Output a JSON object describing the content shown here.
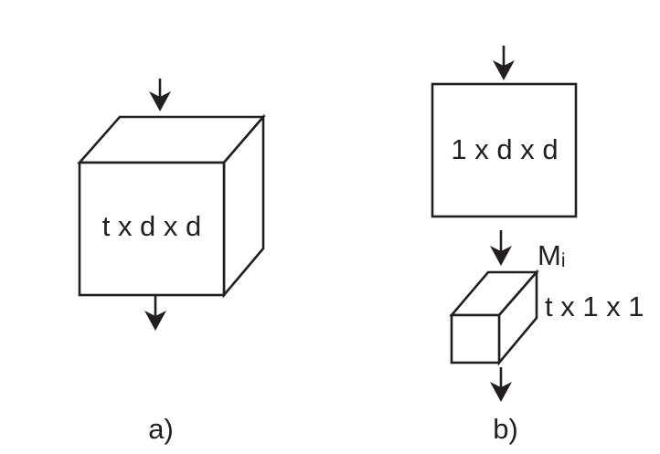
{
  "panel_a": {
    "cube_label": "t x d x d",
    "caption": "a)"
  },
  "panel_b": {
    "square_label": "1 x d x d",
    "mask_name": "M",
    "mask_subscript": "i",
    "small_box_label": "t x 1 x 1",
    "caption": "b)"
  },
  "colors": {
    "ink": "#231f20",
    "background": "#ffffff"
  }
}
